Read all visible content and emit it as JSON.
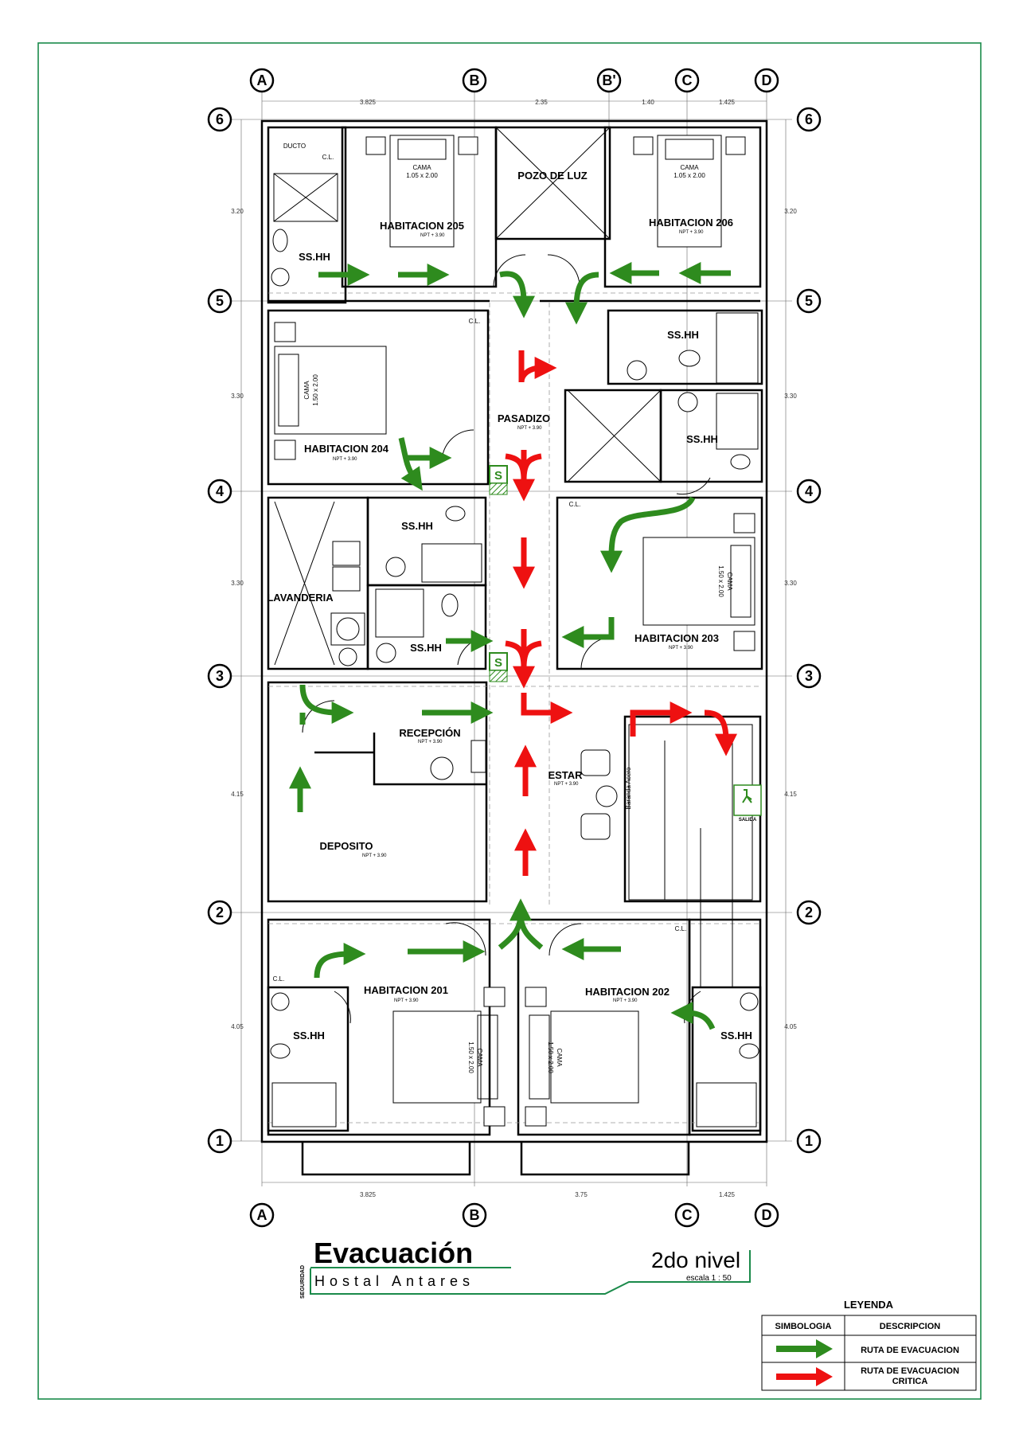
{
  "title": {
    "vertical": "SEGURIDAD",
    "main": "Evacuación",
    "sub": "Hostal Antares",
    "level": "2do nivel",
    "scale": "escala 1 : 50"
  },
  "axes": {
    "columns": [
      "A",
      "B",
      "B'",
      "C",
      "D"
    ],
    "bottom_columns": [
      "A",
      "B",
      "C",
      "D"
    ],
    "rows": [
      "6",
      "5",
      "4",
      "3",
      "2",
      "1"
    ]
  },
  "dimensions": {
    "top": [
      "3.825",
      "2.35",
      "1.40",
      "1.425"
    ],
    "bottom": [
      "3.825",
      "3.75",
      "1.425"
    ],
    "sides": [
      "3.20",
      "3.30",
      "3.30",
      "4.15",
      "4.05"
    ]
  },
  "rooms": {
    "r205": "HABITACION 205",
    "r206": "HABITACION 206",
    "r204": "HABITACION 204",
    "r203": "HABITACION 203",
    "r201": "HABITACION 201",
    "r202": "HABITACION 202",
    "pozo": "POZO DE LUZ",
    "pasadizo": "PASADIZO",
    "lavanderia": "LAVANDERIA",
    "recepcion": "RECEPCIÓN",
    "estar": "ESTAR",
    "deposito": "DEPOSITO",
    "sshh": "SS.HH",
    "ducto": "DUCTO",
    "cl": "C.L.",
    "npt": "NPT + 3.90",
    "cama_small": "CAMA",
    "cama_small_size": "1.05  x  2.00",
    "cama_big_size": "1.50  x  2.00",
    "salida": "SALIDA",
    "s_sign": "S",
    "baranda": "Baranda Acero"
  },
  "legend": {
    "title": "LEYENDA",
    "col1": "SIMBOLOGIA",
    "col2": "DESCRIPCION",
    "row1": "RUTA DE EVACUACION",
    "row2a": "RUTA DE EVACUACION",
    "row2b": "CRITICA"
  },
  "colors": {
    "frame": "#1a8a4a",
    "evac": "#2e8b1e",
    "critical": "#ee1111",
    "title_line": "#1a8a4a"
  }
}
